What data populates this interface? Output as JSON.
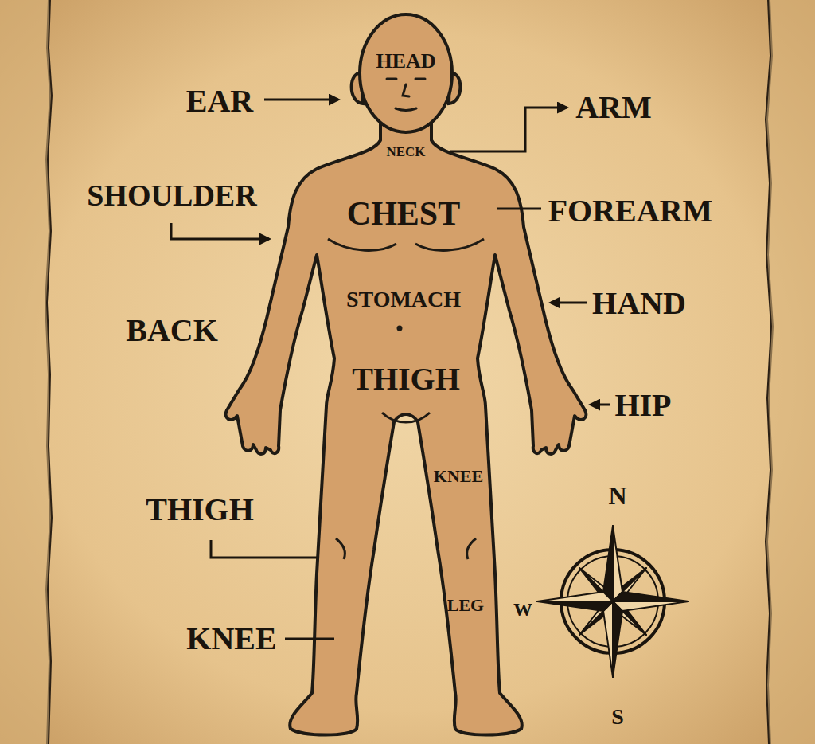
{
  "diagram": {
    "labels": [
      "HEAD",
      "EAR",
      "ARM",
      "NECK",
      "SHOULDER",
      "CHEST",
      "FOREARM",
      "STOMACH",
      "HAND",
      "BACK",
      "THIGH",
      "HIP",
      "KNEE",
      "THIGH",
      "LEG",
      "KNEE",
      "N",
      "W",
      "S"
    ]
  }
}
